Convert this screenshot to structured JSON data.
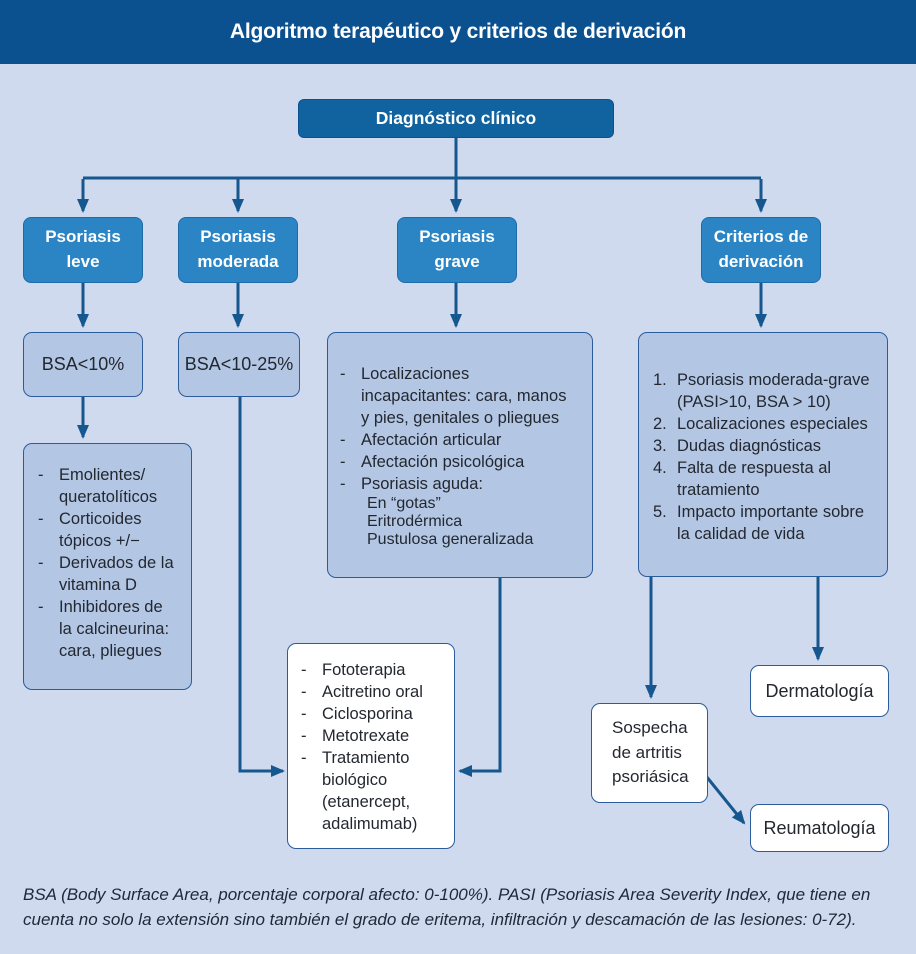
{
  "header": {
    "title": "Algoritmo terapéutico y criterios de derivación"
  },
  "diagnosis": {
    "label": "Diagnóstico clínico"
  },
  "branches": {
    "leve": "Psoriasis leve",
    "moderada": "Psoriasis moderada",
    "grave": "Psoriasis grave",
    "criterios": "Criterios de derivación"
  },
  "severity": {
    "bsa_leve": "BSA<10%",
    "bsa_moderada": "BSA<10-25%"
  },
  "bullet": "-",
  "leve_treatments": {
    "items": [
      "Emolientes/\nqueratolíticos",
      "Corticoides\ntópicos +/−",
      "Derivados de la\nvitamina D",
      "Inhibidores de\nla calcineurina:\ncara, pliegues"
    ]
  },
  "grave_criteria": {
    "items": [
      {
        "text": "Localizaciones\nincapacitantes: cara, manos\ny pies, genitales o pliegues"
      },
      {
        "text": "Afectación articular"
      },
      {
        "text": "Afectación psicológica"
      },
      {
        "text": "Psoriasis aguda:",
        "sub": "En “gotas”\nEritrodérmica\nPustulosa generalizada"
      }
    ]
  },
  "derivation_criteria": {
    "items": [
      {
        "n": "1.",
        "text": "Psoriasis moderada-grave\n(PASI>10, BSA > 10)"
      },
      {
        "n": "2.",
        "text": "Localizaciones especiales"
      },
      {
        "n": "3.",
        "text": "Dudas diagnósticas"
      },
      {
        "n": "4.",
        "text": "Falta de respuesta al\ntratamiento"
      },
      {
        "n": "5.",
        "text": "Impacto importante sobre\nla calidad de vida"
      }
    ]
  },
  "systemic_treatments": {
    "items": [
      "Fototerapia",
      "Acitretino oral",
      "Ciclosporina",
      "Metotrexate",
      "Tratamiento\nbiológico\n(etanercept,\nadalimumab)"
    ]
  },
  "referrals": {
    "sospecha": "Sospecha\nde artritis\npsoriásica",
    "dermatologia": "Dermatología",
    "reumatologia": "Reumatología"
  },
  "footer": {
    "note": "BSA (Body Surface Area, porcentaje corporal afecto: 0-100%). PASI (Psoriasis Area Severity Index, que tiene en\ncuenta no solo la extensión sino también el grado de eritema, infiltración y descamación de las lesiones: 0-72)."
  },
  "colors": {
    "header_bg": "#0b5190",
    "canvas_bg": "#cfdaee",
    "node_blue": "#2b85c5",
    "node_dark_blue": "#11639f",
    "box_light_fill": "#b3c7e5",
    "box_border": "#2b5c9c",
    "connector_line": "#16578f",
    "text_dark": "#23272f"
  }
}
